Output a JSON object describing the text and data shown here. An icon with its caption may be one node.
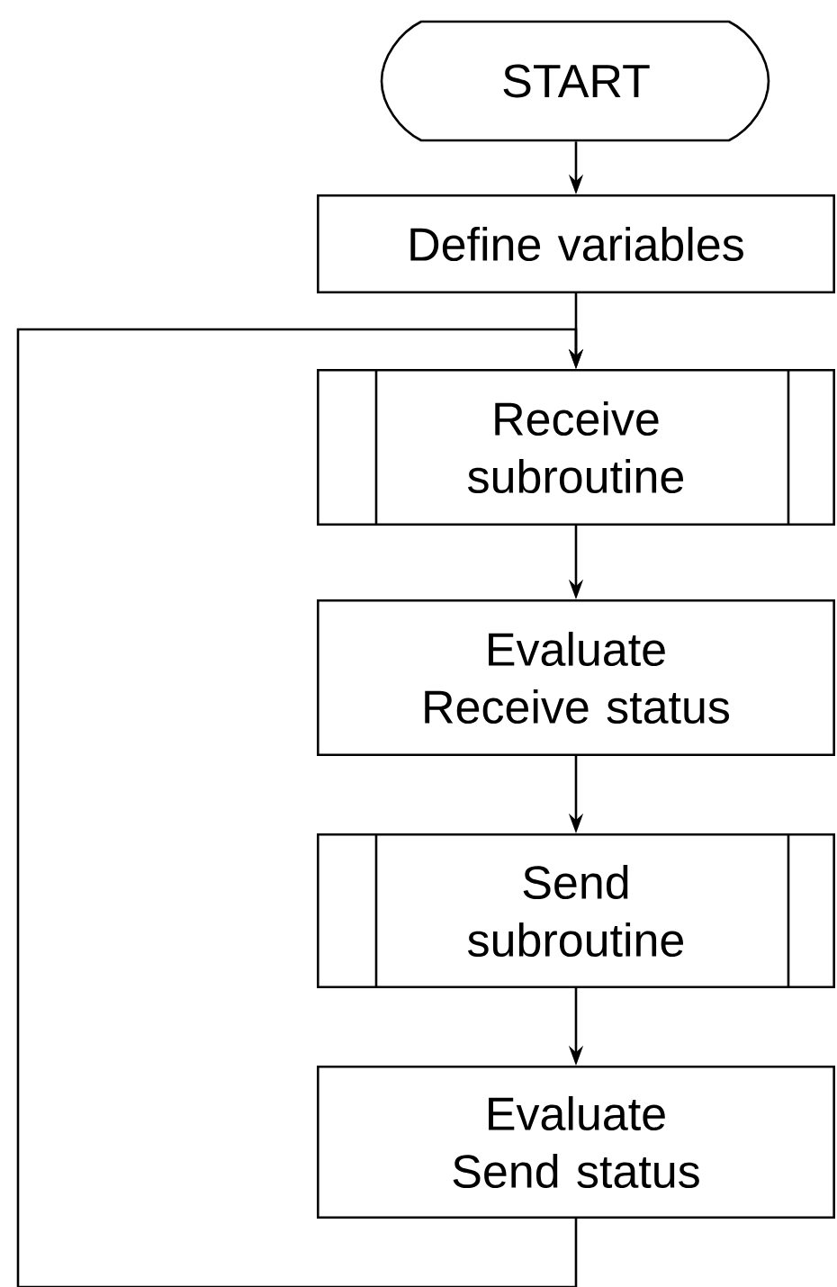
{
  "diagram": {
    "nodes": [
      {
        "text": [
          "START"
        ]
      },
      {
        "text": [
          "Define variables"
        ]
      },
      {
        "text": [
          "Receive subroutine"
        ]
      },
      {
        "text": [
          "Evaluate Receive status"
        ]
      },
      {
        "text": [
          "Send subroutine"
        ]
      },
      {
        "text": [
          "Evaluate Send status"
        ]
      }
    ],
    "edges": [
      {
        "from": 0,
        "to": 1,
        "arrow": "to"
      },
      {
        "from": 1,
        "to": 2,
        "arrow": "to"
      },
      {
        "from": 2,
        "to": 3,
        "arrow": "to"
      },
      {
        "from": 3,
        "to": 4,
        "arrow": "to"
      },
      {
        "from": 4,
        "to": 5,
        "arrow": "to"
      },
      {
        "from": 5,
        "to": 2,
        "arrow": "to"
      }
    ]
  }
}
